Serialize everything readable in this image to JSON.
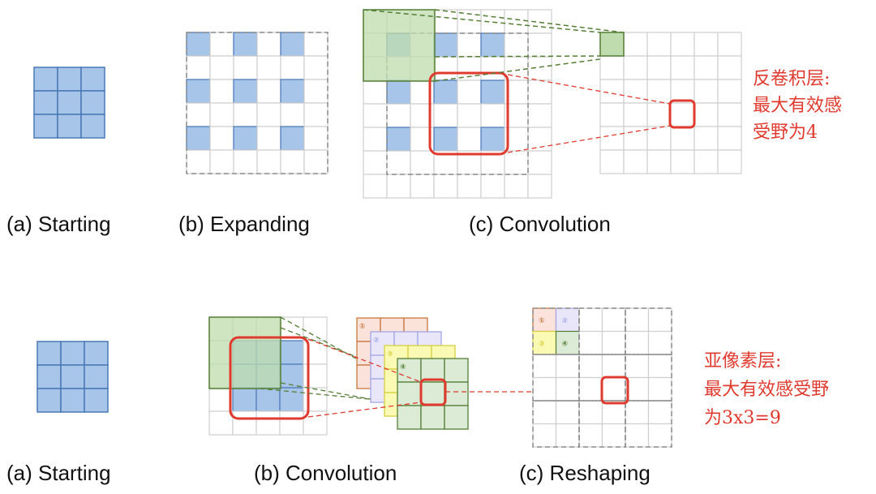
{
  "colors": {
    "blue_fill": "#a7c5e8",
    "blue_stroke": "#4a78b6",
    "grid_stroke": "#cfcfcf",
    "dash_stroke": "#8c8c8c",
    "green_fill": "#bfdcae",
    "green_stroke": "#557e35",
    "red": "#e03a2f",
    "orange_stroke": "#c9763a",
    "orange_fill": "#fbe3dc",
    "lavender_stroke": "#a3a7e6",
    "lavender_fill": "#e9e6fa",
    "yellow_stroke": "#d6d040",
    "yellow_fill": "#fafab4",
    "green_layer_fill": "#dcebd6"
  },
  "top_row": {
    "captions": {
      "starting": "(a) Starting",
      "expanding": "(b) Expanding",
      "convolution": "(c) Convolution"
    },
    "annotation": [
      "反卷积层:",
      "最大有效感",
      "受野为4"
    ]
  },
  "bottom_row": {
    "captions": {
      "starting": "(a) Starting",
      "convolution": "(b) Convolution",
      "reshaping": "(c) Reshaping"
    },
    "annotation": [
      "亚像素层:",
      "最大有效感受野",
      "为3x3=9"
    ],
    "channel_labels": [
      "①",
      "②",
      "③",
      "④"
    ]
  }
}
